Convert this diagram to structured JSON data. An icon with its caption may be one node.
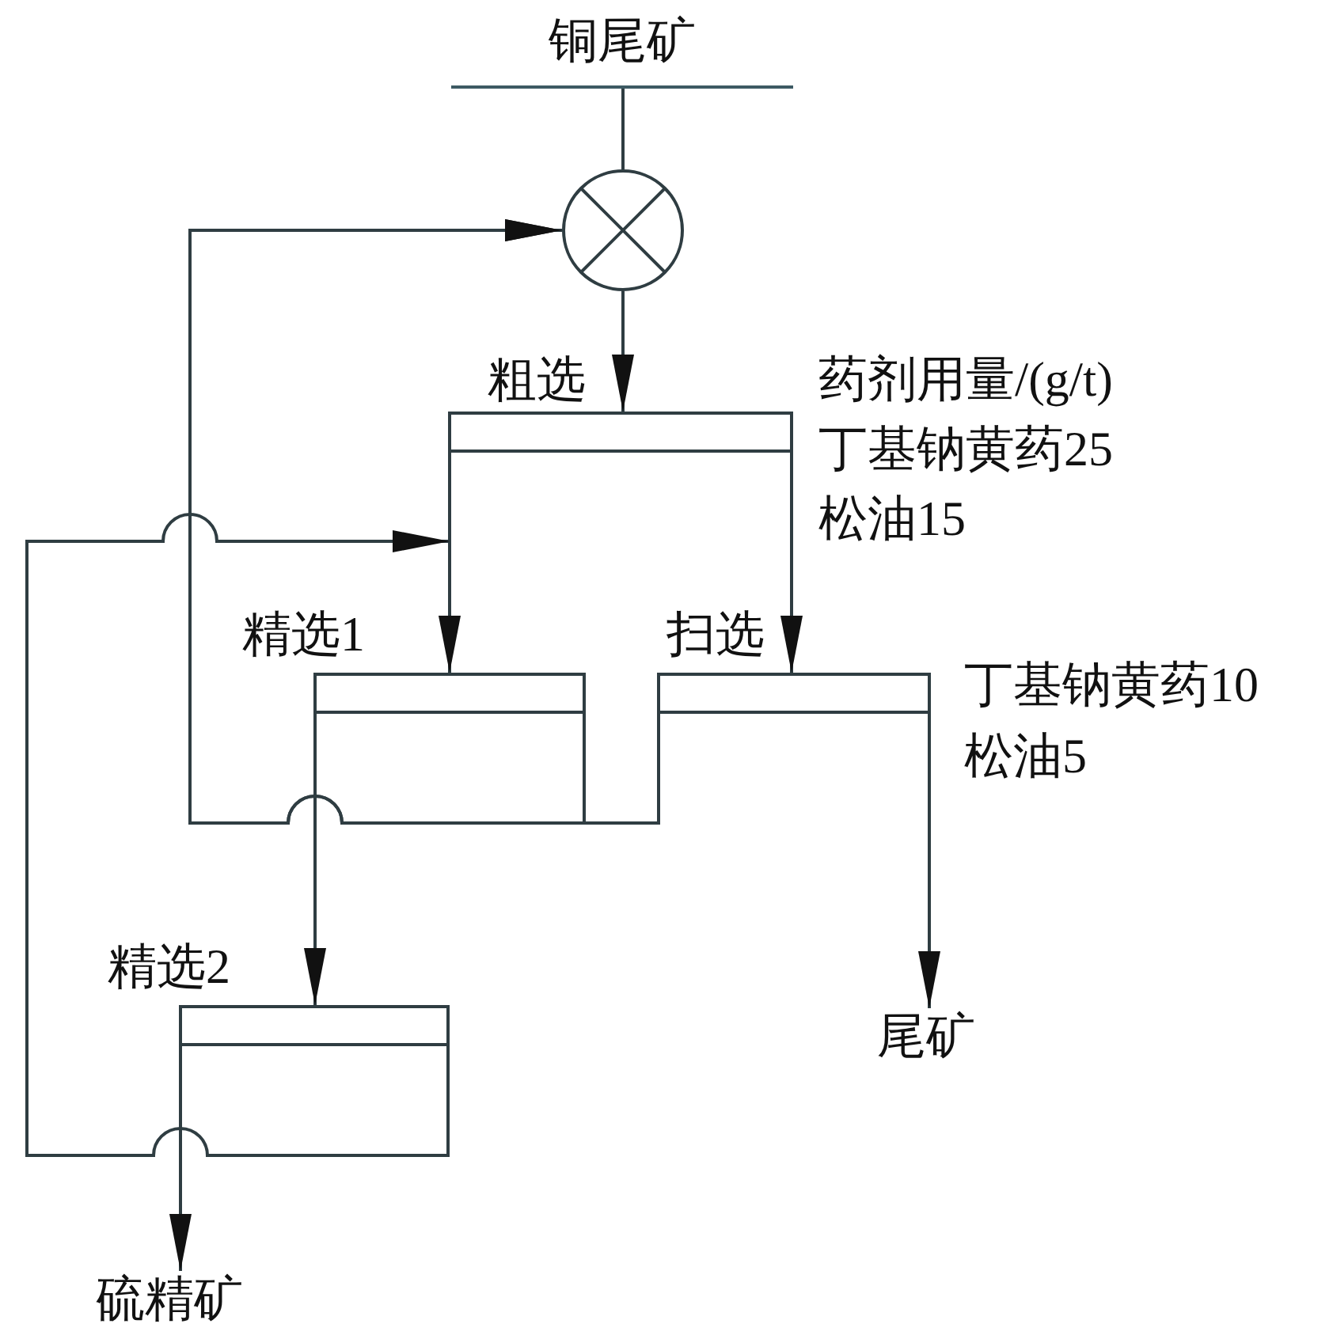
{
  "diagram": {
    "nodes": [
      {
        "text": [
          "铜尾矿"
        ]
      },
      {
        "text": [],
        "shape": "circle"
      },
      {
        "text": [
          "粗选"
        ]
      },
      {
        "text": [
          "精选1"
        ]
      },
      {
        "text": [
          "扫选"
        ]
      },
      {
        "text": [
          "精选2"
        ]
      },
      {
        "text": [
          "尾矿"
        ]
      },
      {
        "text": [
          "硫精矿"
        ]
      }
    ],
    "edges": [
      {
        "from": 0,
        "to": 1,
        "arrow": "none"
      },
      {
        "from": 1,
        "to": 2,
        "arrow": "to"
      },
      {
        "from": 2,
        "to": 3,
        "arrow": "to"
      },
      {
        "from": 2,
        "to": 4,
        "arrow": "to"
      },
      {
        "from": 3,
        "to": 1,
        "arrow": "to"
      },
      {
        "from": 4,
        "to": 1,
        "arrow": "to"
      },
      {
        "from": 3,
        "to": 5,
        "arrow": "to"
      },
      {
        "from": 5,
        "to": 3,
        "arrow": "to"
      },
      {
        "from": 4,
        "to": 6,
        "arrow": "to"
      },
      {
        "from": 5,
        "to": 7,
        "arrow": "to"
      }
    ],
    "labels": [
      "药剂用量/(g/t)",
      "丁基钠黄药25",
      "松油15",
      "丁基钠黄药10",
      "松油5"
    ]
  }
}
